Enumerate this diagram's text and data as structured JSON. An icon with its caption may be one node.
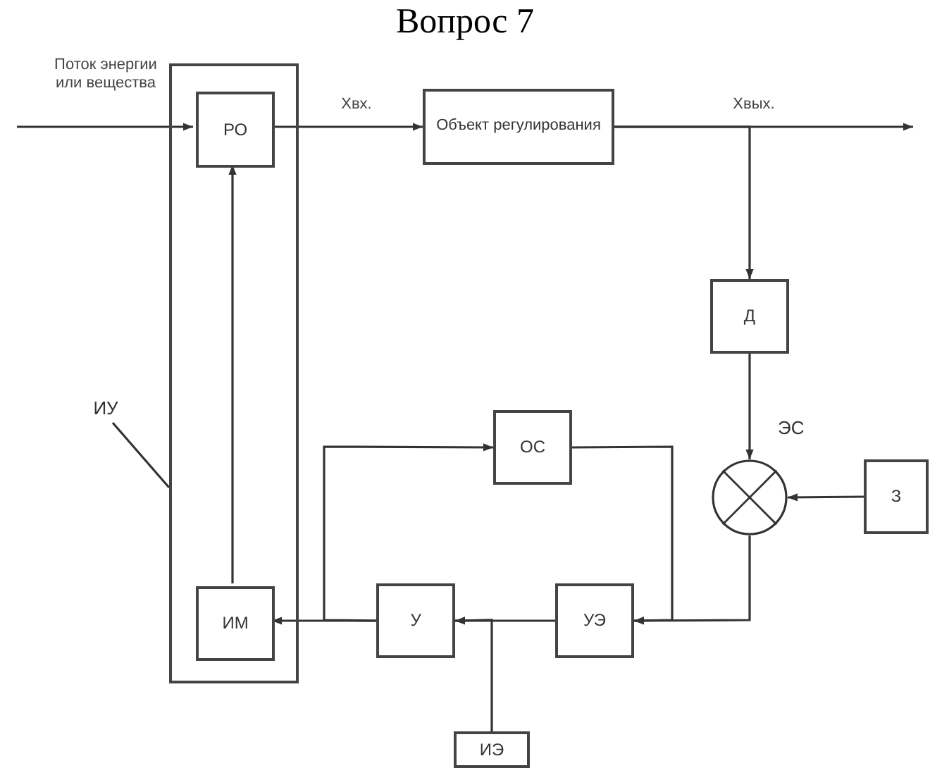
{
  "diagram": {
    "title": "Вопрос 7",
    "nodes": [
      {
        "text": [],
        "shape": "box"
      },
      {
        "text": [
          "РО"
        ],
        "in": 0
      },
      {
        "text": [
          "ИМ"
        ],
        "in": 0
      },
      {
        "text": [
          "Объект регулирования"
        ]
      },
      {
        "text": [
          "Д"
        ]
      },
      {
        "text": [],
        "shape": "circle",
        "beside": [
          "ЭС"
        ]
      },
      {
        "text": [
          "З"
        ]
      },
      {
        "text": [
          "ОС"
        ]
      },
      {
        "text": [
          "УЭ"
        ]
      },
      {
        "text": [
          "У"
        ]
      },
      {
        "text": [
          "ИЭ"
        ]
      },
      {
        "text": [
          "ИУ"
        ]
      }
    ],
    "edges": [
      {
        "from": null,
        "to": 1,
        "arrow": "to",
        "label": "Поток энергии или вещества"
      },
      {
        "from": 1,
        "to": 3,
        "arrow": "to",
        "label": "Хвх."
      },
      {
        "from": 3,
        "to": null,
        "arrow": "to",
        "label": "Хвых."
      },
      {
        "from": 3,
        "to": 4,
        "arrow": "to"
      },
      {
        "from": 4,
        "to": 5,
        "arrow": "to"
      },
      {
        "from": 6,
        "to": 5,
        "arrow": "to"
      },
      {
        "from": 5,
        "to": 8,
        "arrow": "to"
      },
      {
        "from": 7,
        "to": 8,
        "arrow": "to"
      },
      {
        "from": 8,
        "to": 9,
        "arrow": "to"
      },
      {
        "from": 10,
        "to": 9,
        "arrow": "to"
      },
      {
        "from": 9,
        "to": 2,
        "arrow": "to"
      },
      {
        "from": 9,
        "to": 7,
        "arrow": "to"
      },
      {
        "from": 2,
        "to": 1,
        "arrow": "to"
      },
      {
        "from": 11,
        "to": 0,
        "arrow": "none"
      }
    ]
  }
}
